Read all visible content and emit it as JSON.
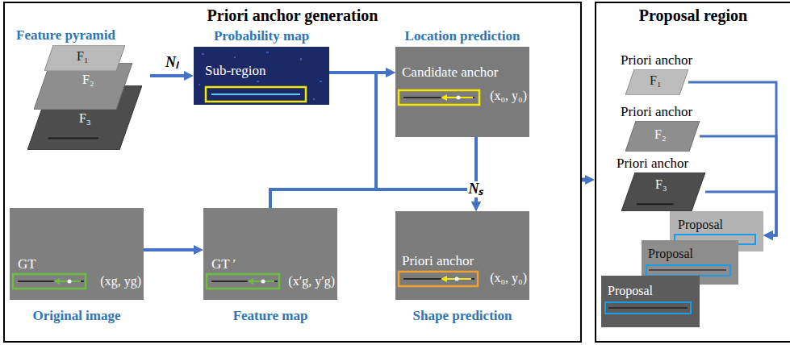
{
  "diagram": {
    "nodes": [
      {
        "text": [
          "Priori anchor generation"
        ]
      },
      {
        "text": [
          "Feature pyramid"
        ],
        "in": 0
      },
      {
        "text": [
          "F₁"
        ],
        "in": 1
      },
      {
        "text": [
          "F₂"
        ],
        "in": 1
      },
      {
        "text": [
          "F₃"
        ],
        "in": 1
      },
      {
        "text": [
          "Probability map",
          "Sub-region"
        ],
        "in": 0
      },
      {
        "text": [
          "Location prediction",
          "Candidate anchor",
          "(x₀, y₀)"
        ],
        "in": 0
      },
      {
        "text": [
          "GT",
          "(xg, yg)",
          "Original image"
        ],
        "in": 0
      },
      {
        "text": [
          "GT ′",
          "(x′g, y′g)",
          "Feature map"
        ],
        "in": 0
      },
      {
        "text": [
          "Priori anchor",
          "(x₀, y₀)",
          "Shape prediction"
        ],
        "in": 0
      },
      {
        "text": [
          "Proposal region"
        ]
      },
      {
        "text": [
          "Priori anchor",
          "F₁"
        ],
        "in": 10
      },
      {
        "text": [
          "Priori anchor",
          "F₂"
        ],
        "in": 10
      },
      {
        "text": [
          "Priori anchor",
          "F₃"
        ],
        "in": 10
      },
      {
        "text": [
          "Proposal"
        ],
        "in": 10
      },
      {
        "text": [
          "Proposal"
        ],
        "in": 10
      },
      {
        "text": [
          "Proposal"
        ],
        "in": 10
      }
    ],
    "edges": [
      {
        "from": 1,
        "to": 5,
        "label": "Nₗ",
        "arrow": "to"
      },
      {
        "from": 5,
        "to": 6,
        "arrow": "to"
      },
      {
        "from": 8,
        "to": 6,
        "arrow": "to"
      },
      {
        "from": 7,
        "to": 8,
        "arrow": "to"
      },
      {
        "from": 6,
        "to": 9,
        "label": "Nₛ",
        "arrow": "to"
      },
      {
        "from": 8,
        "to": 9,
        "arrow": "to"
      },
      {
        "from": 0,
        "to": 10,
        "arrow": "to"
      },
      {
        "from": 11,
        "to": 14,
        "arrow": "to"
      },
      {
        "from": 12,
        "to": 14,
        "arrow": "to"
      },
      {
        "from": 13,
        "to": 14,
        "arrow": "to"
      }
    ]
  }
}
